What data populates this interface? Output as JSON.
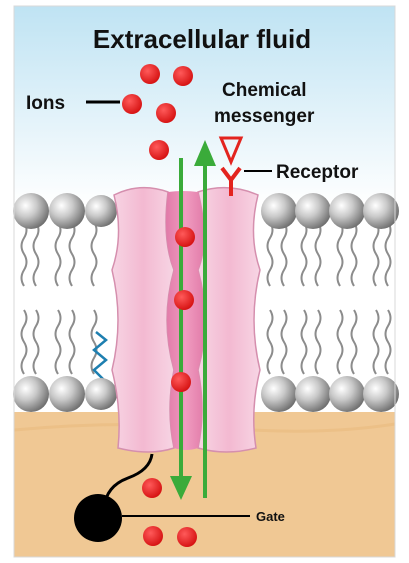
{
  "title": "Extracellular fluid",
  "labels": {
    "ions": "Ions",
    "chemical_messenger_line1": "Chemical",
    "chemical_messenger_line2": "messenger",
    "receptor": "Receptor",
    "gate": "Gate"
  },
  "colors": {
    "extracellular_top": "#bfe3f3",
    "extracellular_bottom": "#ffffff",
    "cytoplasm": "#f0c894",
    "phospholipid_head": "#9a9a9a",
    "channel_outer": "#f6c9dc",
    "channel_inner": "#e77fae",
    "ion": "#e31b1b",
    "arrow": "#3aab3a",
    "messenger": "#e3241f",
    "gate": "#000000",
    "stress_zigzag": "#1e7fb0"
  }
}
